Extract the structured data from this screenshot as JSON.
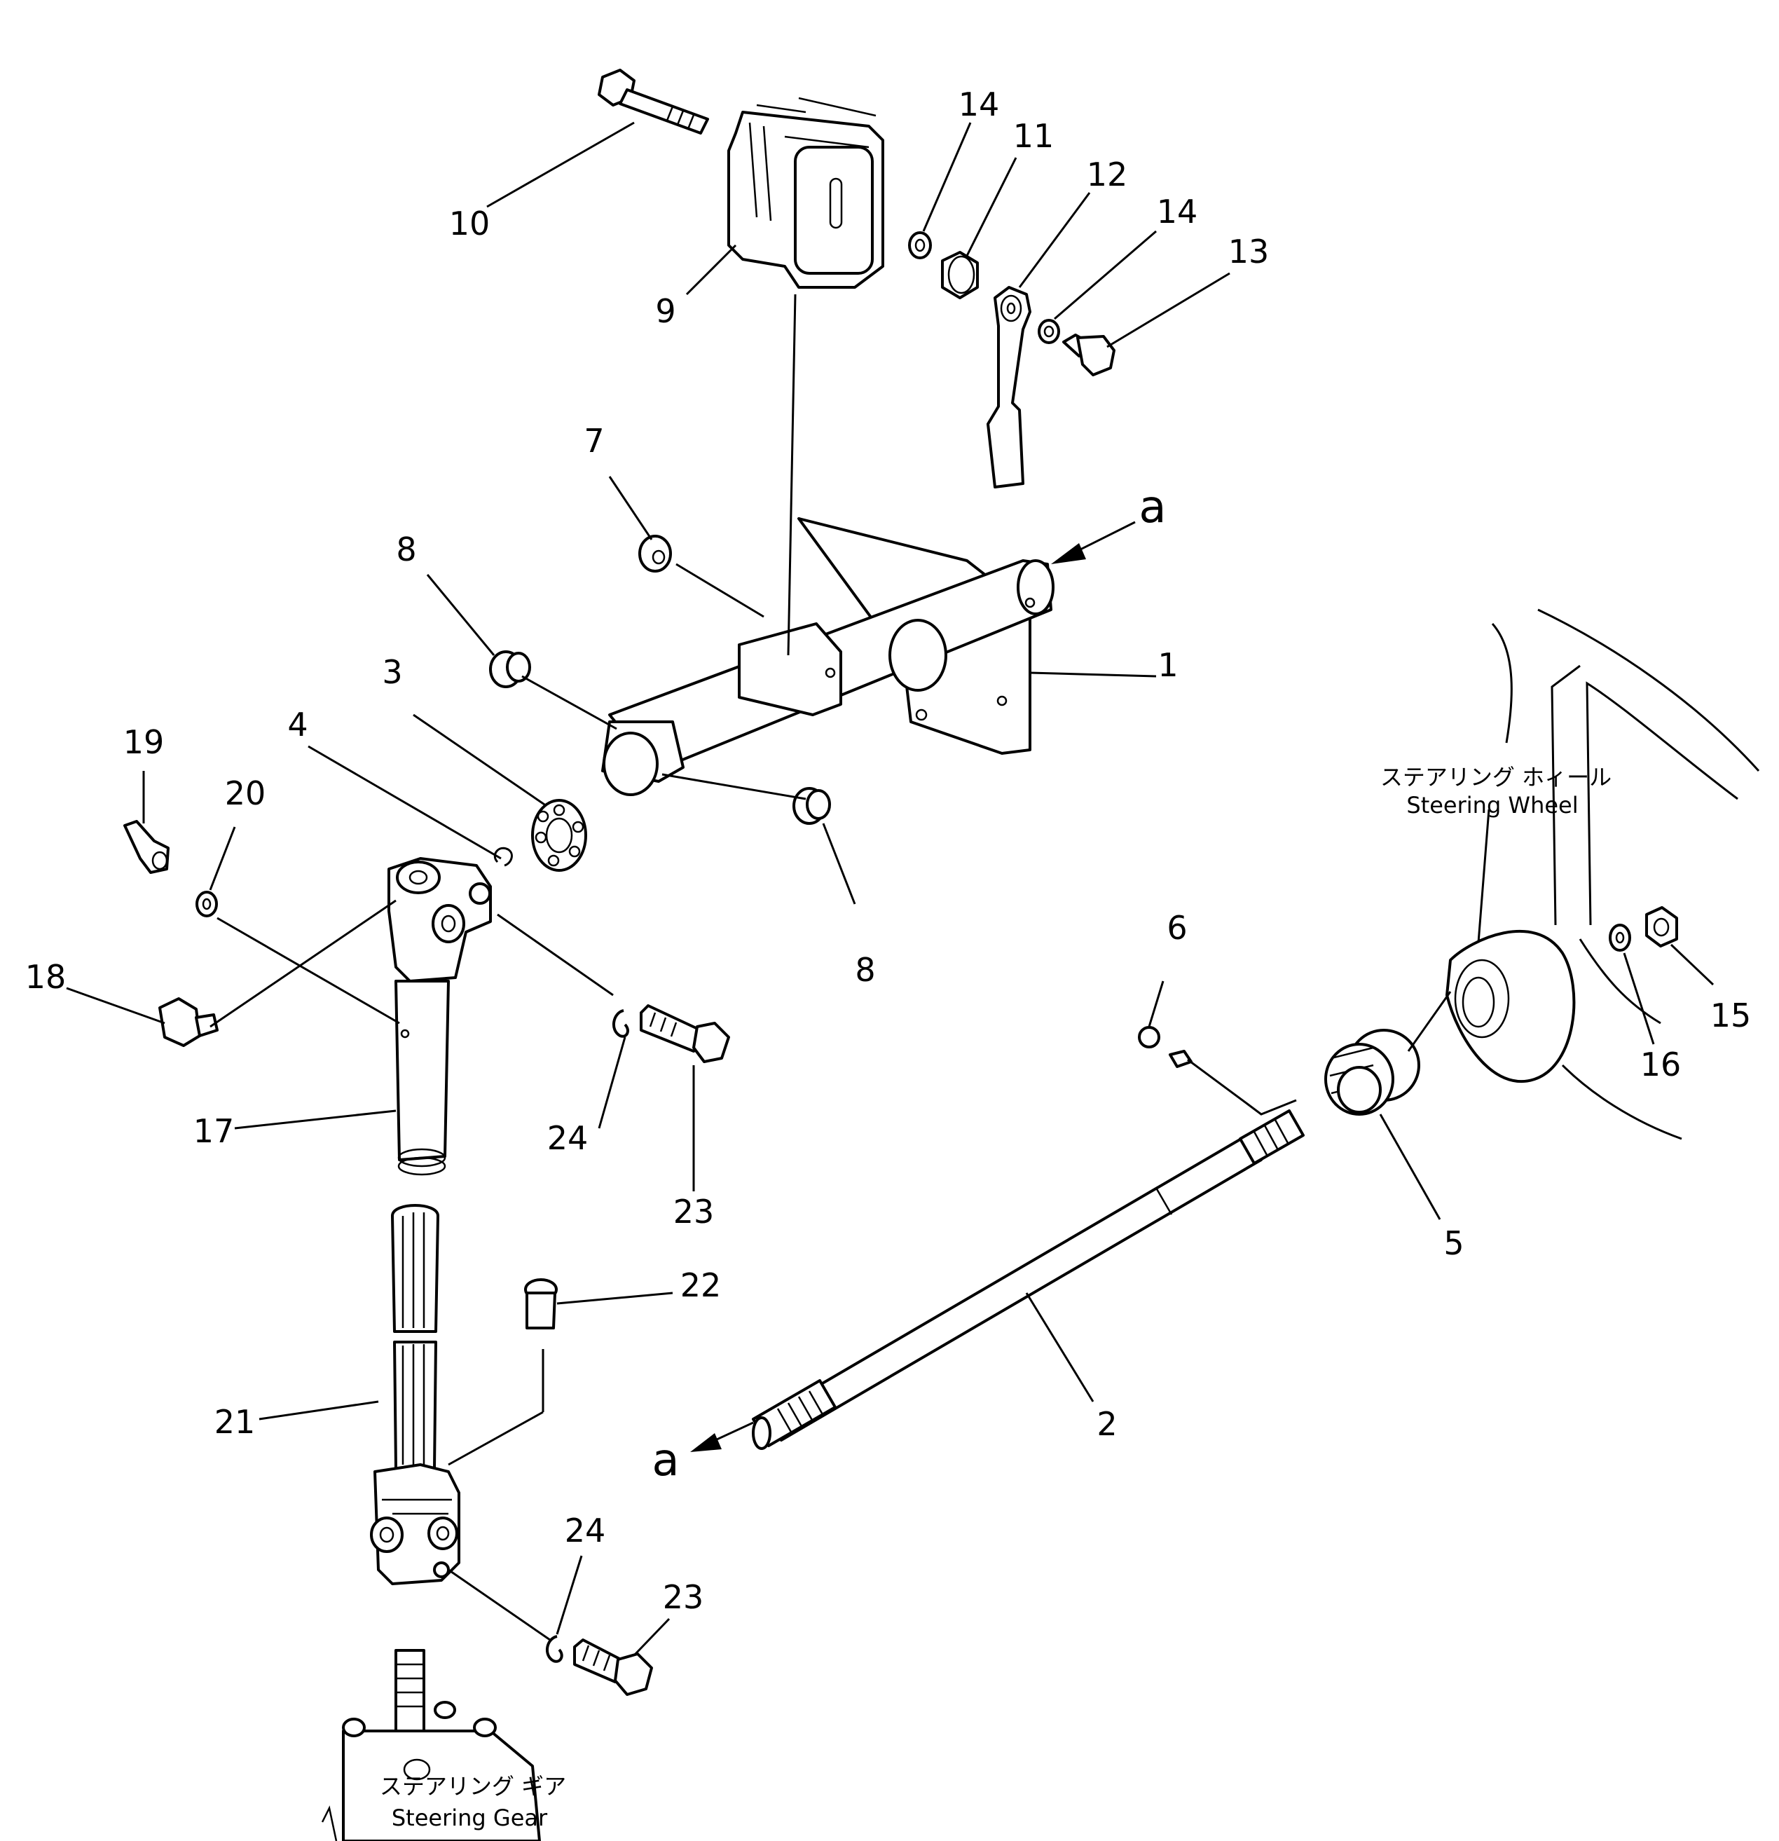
{
  "callouts": {
    "n1": "1",
    "n2": "2",
    "n3": "3",
    "n4": "4",
    "n5": "5",
    "n6": "6",
    "n7": "7",
    "n8a": "8",
    "n8b": "8",
    "n9": "9",
    "n10": "10",
    "n11": "11",
    "n12": "12",
    "n13": "13",
    "n14a": "14",
    "n14b": "14",
    "n15": "15",
    "n16": "16",
    "n17": "17",
    "n18": "18",
    "n19": "19",
    "n20": "20",
    "n21": "21",
    "n22": "22",
    "n23a": "23",
    "n23b": "23",
    "n24a": "24",
    "n24b": "24"
  },
  "view_markers": {
    "top": "a",
    "bottom": "a"
  },
  "captions": {
    "steering_wheel_jp": "ステアリング ホィール",
    "steering_wheel_en": "Steering Wheel",
    "steering_gear_jp": "ステアリング ギア",
    "steering_gear_en": "Steering Gear"
  },
  "colors": {
    "ink": "#000000",
    "paper": "#ffffff"
  }
}
